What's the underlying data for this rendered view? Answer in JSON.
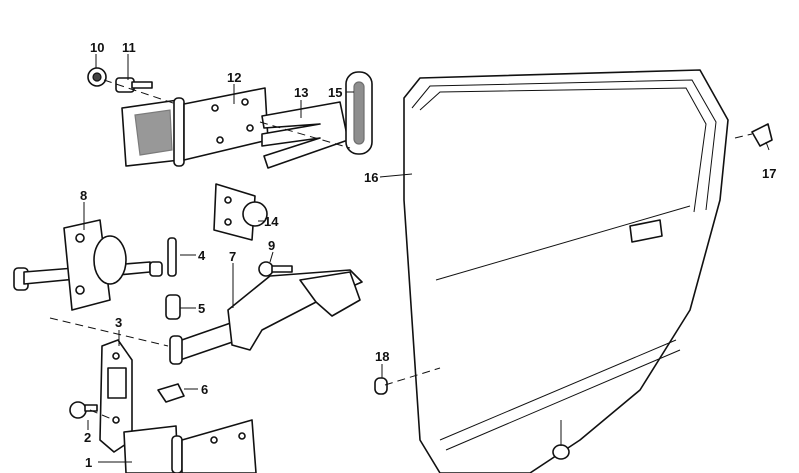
{
  "diagram": {
    "title": "Front door hinge, check strap and door shell parts",
    "callouts": [
      "1",
      "2",
      "3",
      "4",
      "5",
      "6",
      "7",
      "8",
      "9",
      "10",
      "11",
      "12",
      "13",
      "14",
      "15",
      "16",
      "17",
      "18"
    ]
  }
}
